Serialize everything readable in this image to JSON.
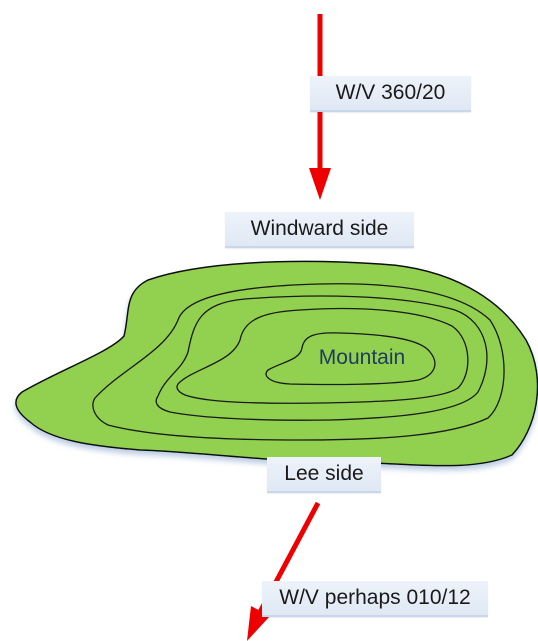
{
  "labels": {
    "wind_top": "W/V 360/20",
    "windward": "Windward side",
    "mountain": "Mountain",
    "lee": "Lee side",
    "wind_bottom": "W/V perhaps 010/12"
  },
  "colors": {
    "terrain_fill": "#92d050",
    "contour_line": "#1a1a1a",
    "arrow": "#ee0000",
    "label_bg": "#e6edf7",
    "mountain_text": "#1f3b5e"
  }
}
